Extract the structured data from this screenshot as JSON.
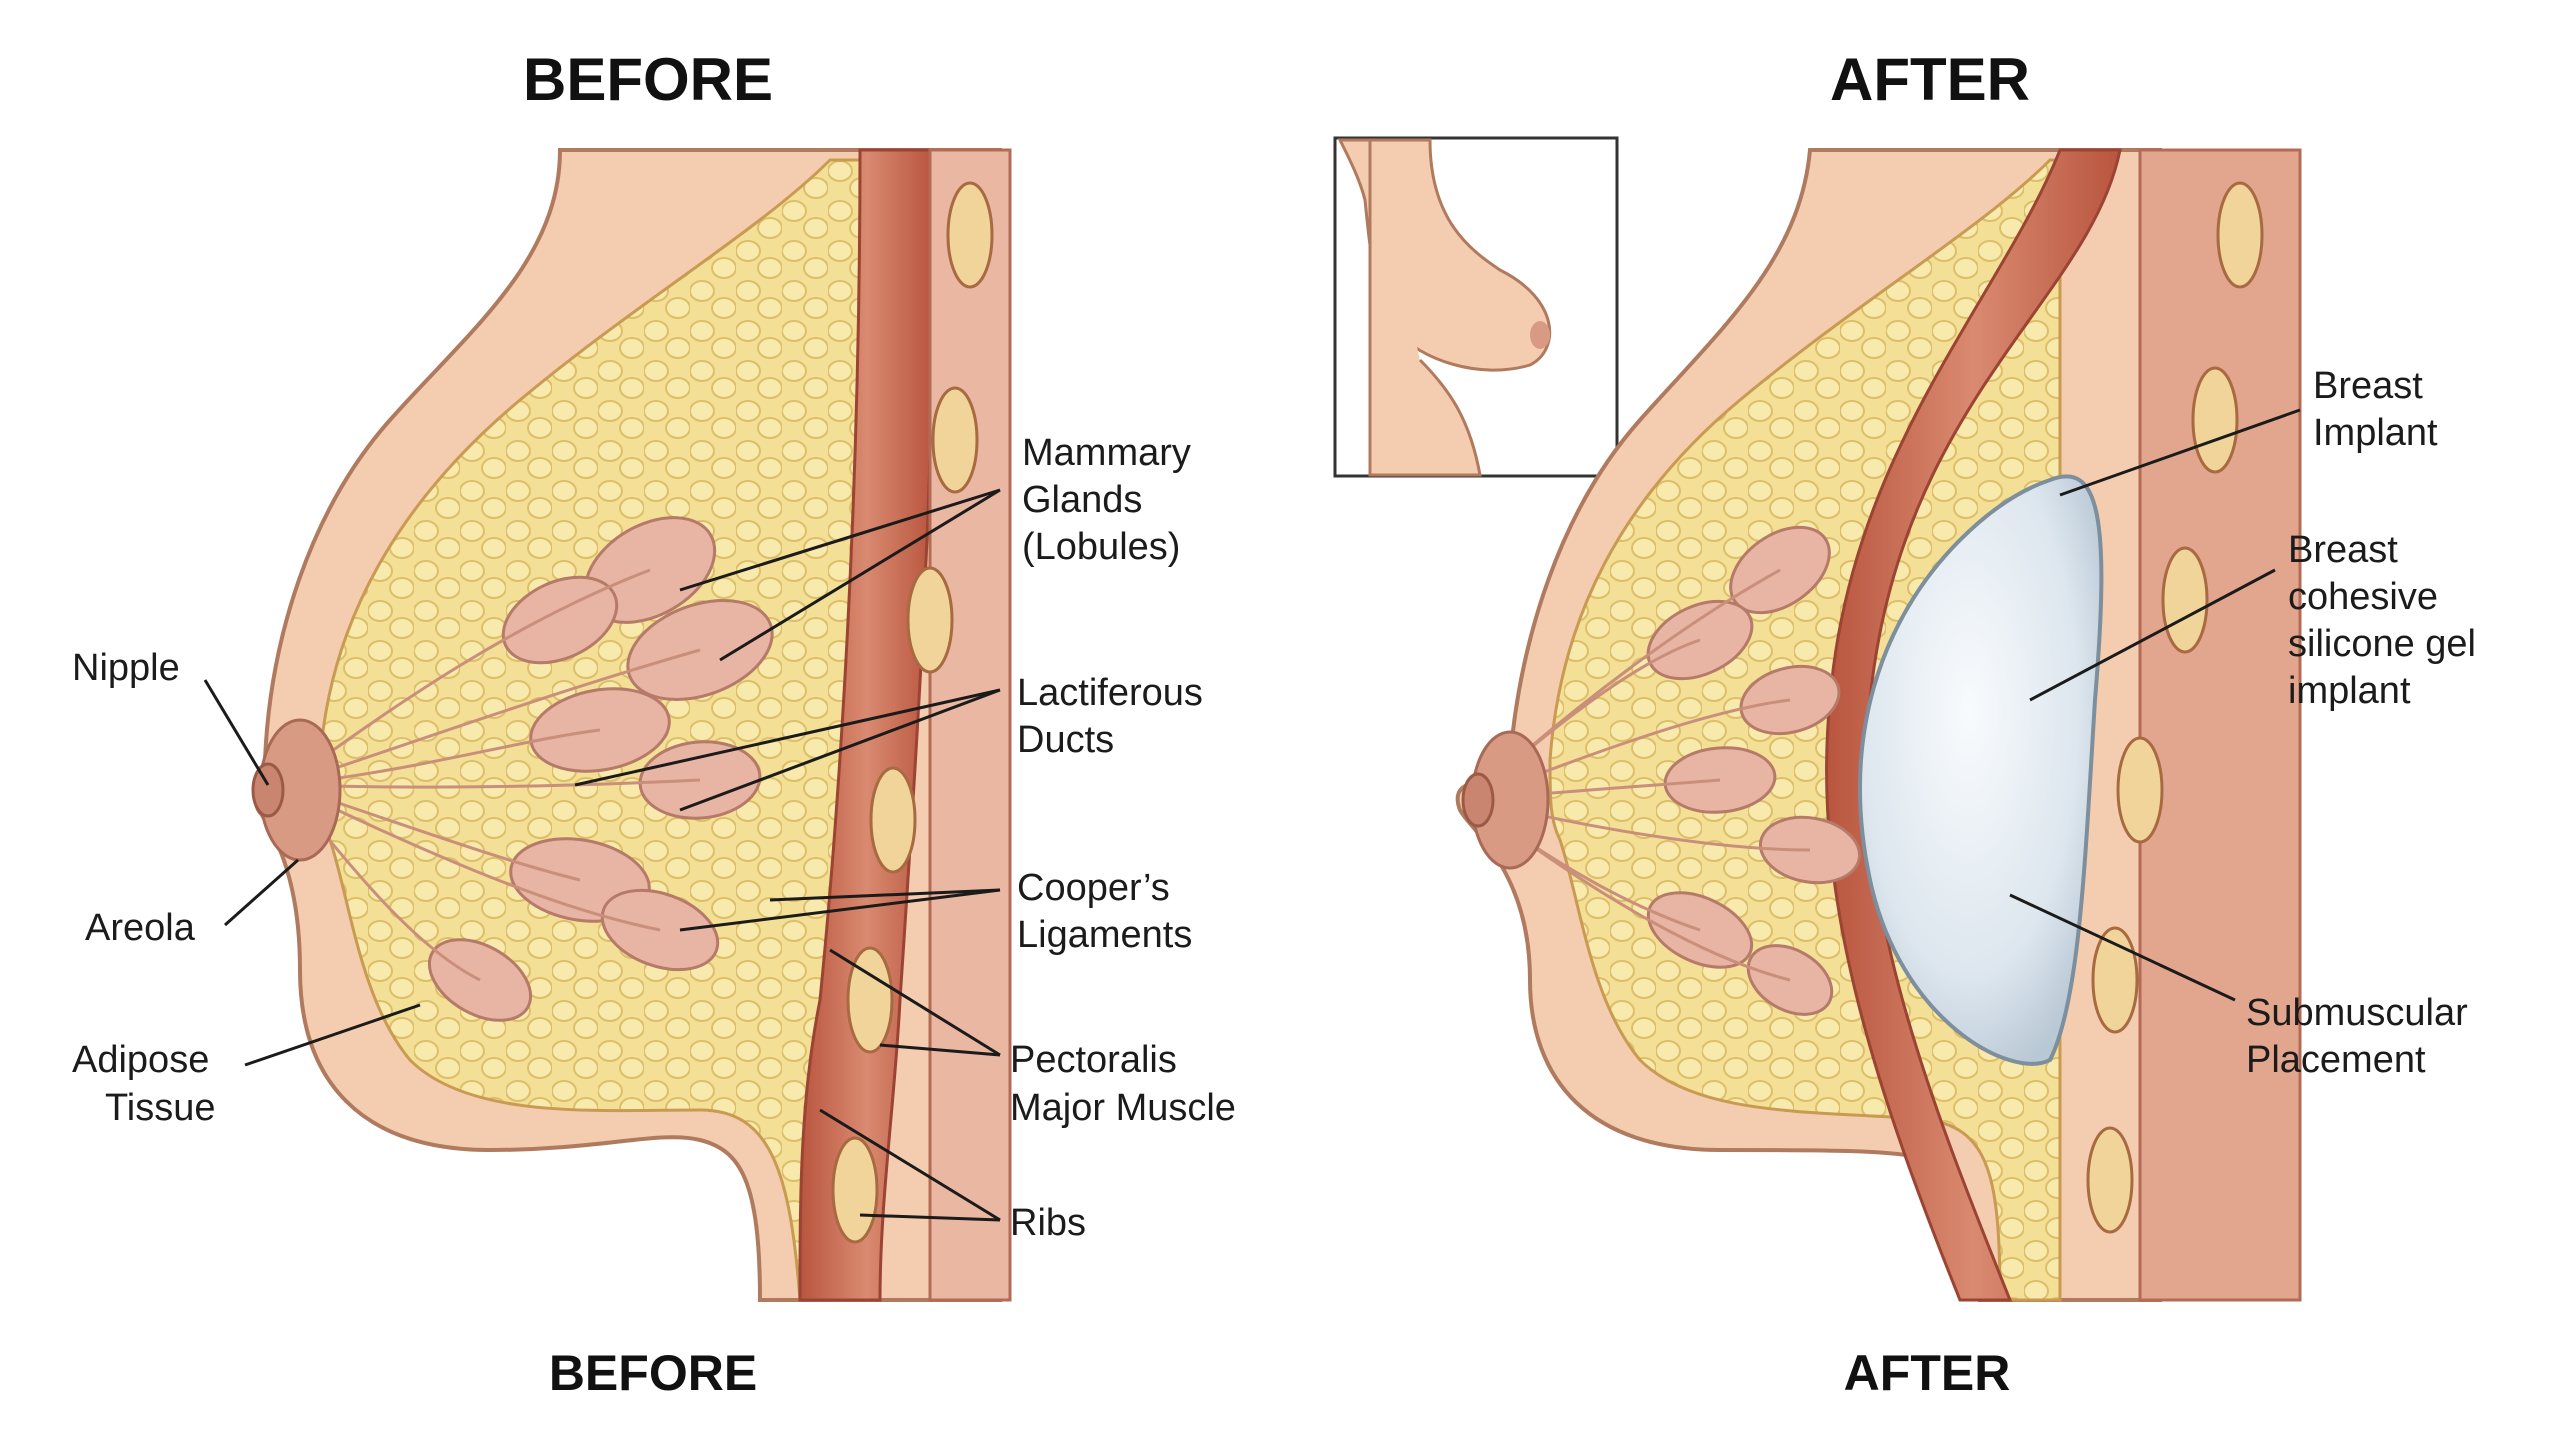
{
  "before": {
    "title": "BEFORE",
    "footer": "BEFORE",
    "labels": {
      "nipple": "Nipple",
      "areola": "Areola",
      "adipose_1": "Adipose",
      "adipose_2": "Tissue",
      "mammary_1": "Mammary",
      "mammary_2": "Glands",
      "mammary_3": "(Lobules)",
      "ducts_1": "Lactiferous",
      "ducts_2": "Ducts",
      "coopers_1": "Cooper’s",
      "coopers_2": "Ligaments",
      "pectoralis_1": "Pectoralis",
      "pectoralis_2": "Major Muscle",
      "ribs": "Ribs"
    }
  },
  "after": {
    "title": "AFTER",
    "footer": "AFTER",
    "labels": {
      "implant_1": "Breast",
      "implant_2": "Implant",
      "gel_1": "Breast",
      "gel_2": "cohesive",
      "gel_3": "silicone gel",
      "gel_4": "implant",
      "placement_1": "Submuscular",
      "placement_2": "Placement"
    }
  },
  "colors": {
    "skin": "#f4cdb0",
    "skin_edge": "#b07a5e",
    "fat": "#f3df96",
    "fat_edge": "#d8b860",
    "gland": "#e8b4a4",
    "muscle": "#c46a52",
    "implant": "#dfe7ee"
  }
}
